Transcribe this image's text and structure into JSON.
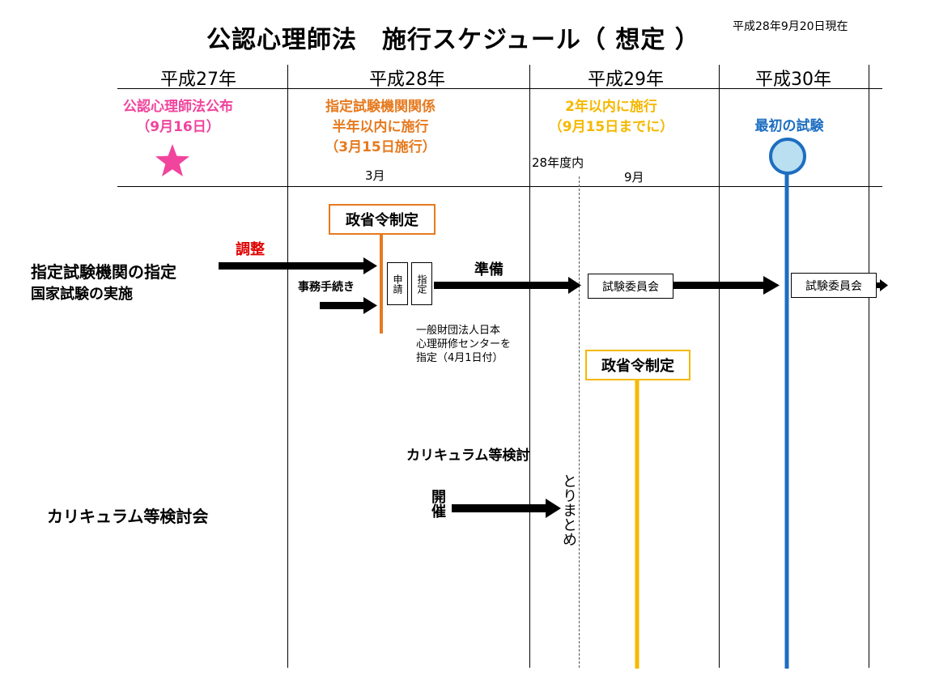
{
  "title": "公認心理師法　施行スケジュール（ 想定 ）",
  "as_of": "平成28年9月20日現在",
  "years": [
    "平成27年",
    "平成28年",
    "平成29年",
    "平成30年"
  ],
  "milestones": {
    "promulgation_line1": "公認心理師法公布",
    "promulgation_line2": "（9月16日）",
    "designated_line1": "指定試験機関関係",
    "designated_line2": "半年以内に施行",
    "designated_line3": "（3月15日施行）",
    "within2y_line1": "2年以内に施行",
    "within2y_line2": "（9月15日までに）",
    "first_exam": "最初の試験"
  },
  "month_labels": {
    "march": "3月",
    "fy28": "28年度内",
    "september": "9月"
  },
  "boxes": {
    "ordinance1": "政省令制定",
    "ordinance2": "政省令制定",
    "apply": "申請",
    "designate": "指定",
    "committee1": "試験委員会",
    "committee2": "試験委員会"
  },
  "labels": {
    "adjust": "調整",
    "paperwork": "事務手続き",
    "prepare": "準備",
    "designated_org_line1": "一般財団法人日本",
    "designated_org_line2": "心理研修センターを",
    "designated_org_line3": "指定（4月1日付）",
    "curriculum_review": "カリキュラム等検討",
    "hold": "開催",
    "summary": "とりまとめ"
  },
  "rows": {
    "designation_line1": "指定試験機関の指定",
    "designation_line2": "国家試験の実施",
    "curriculum_committee": "カリキュラム等検討会"
  },
  "colors": {
    "pink": "#f0449d",
    "orange": "#e67a1f",
    "yellow": "#f5b800",
    "blue": "#1d6ec1",
    "circle_fill": "#b9dff0",
    "red": "#e00000"
  }
}
